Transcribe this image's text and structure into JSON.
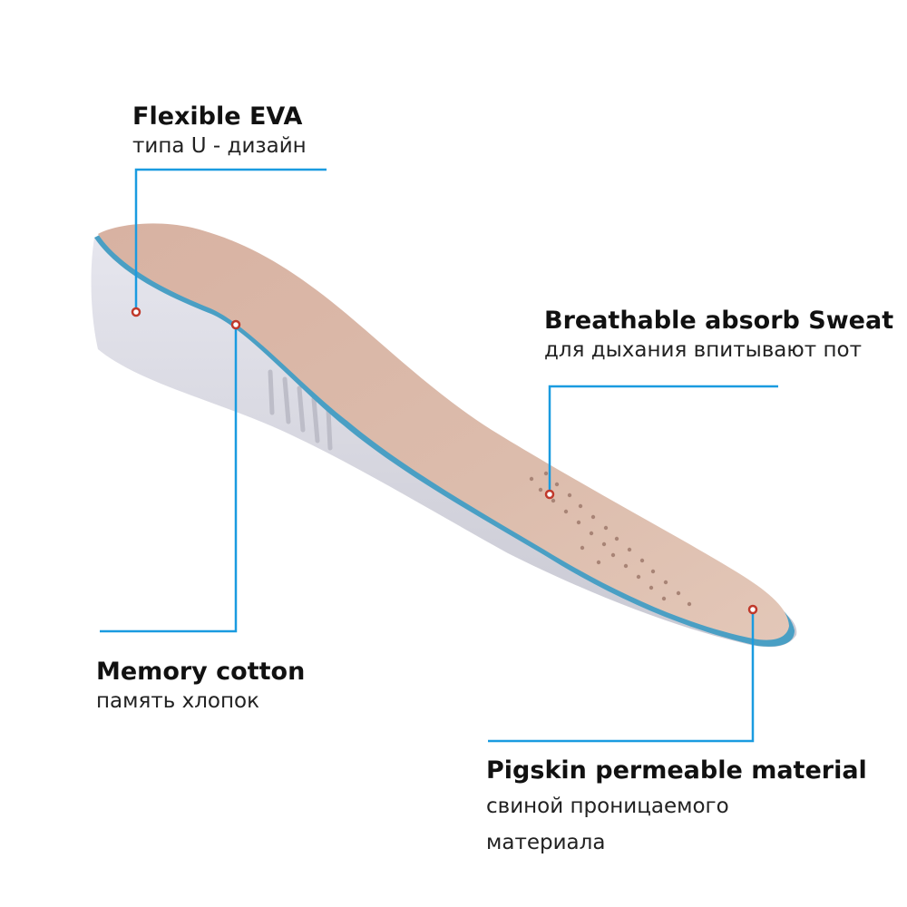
{
  "callouts": {
    "flexible_eva": {
      "title": "Flexible EVA",
      "subtitle": "типа U - дизайн"
    },
    "breathable": {
      "title": "Breathable absorb Sweat",
      "subtitle": "для дыхания впитывают пот"
    },
    "memory_cotton": {
      "title": "Memory cotton",
      "subtitle": "память хлопок"
    },
    "pigskin": {
      "title": "Pigskin permeable material",
      "subtitle_line1": "свиной проницаемого",
      "subtitle_line2": "материала"
    }
  },
  "colors": {
    "leader_line": "#1a9be0",
    "marker_dot": "#c0392b",
    "leather": "#d9b3a2",
    "foam_edge": "#4a9fc4",
    "eva_base": "#dcdce4"
  }
}
